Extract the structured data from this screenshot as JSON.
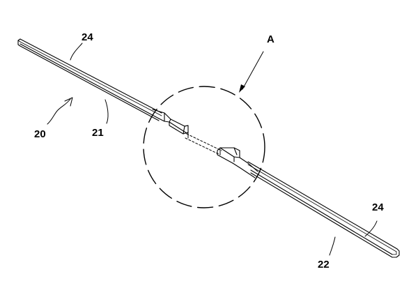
{
  "labels": {
    "rail_end_top": "24",
    "detail_marker": "A",
    "assembly": "20",
    "first_section": "21",
    "rail_end_bottom": "24",
    "second_section": "22"
  }
}
